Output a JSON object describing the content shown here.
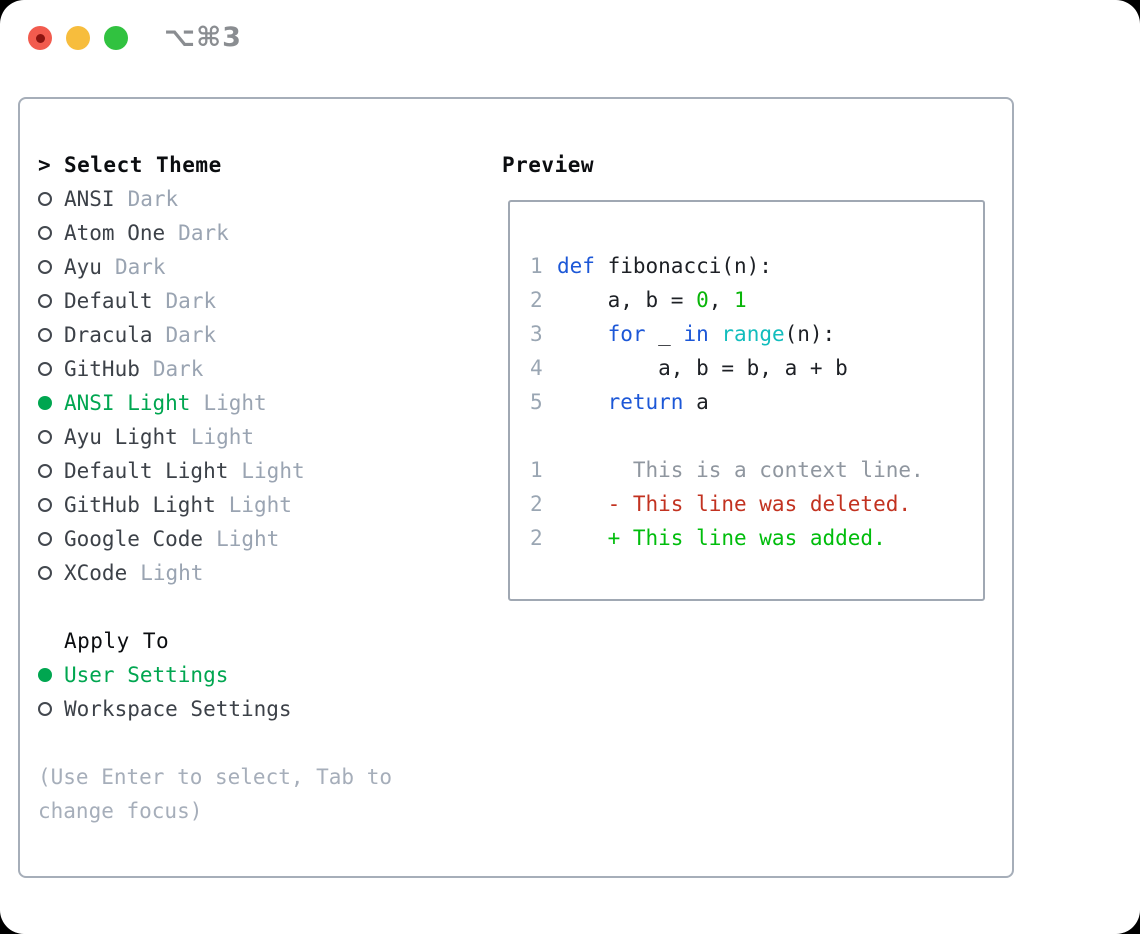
{
  "window": {
    "titlebar_shortcut": "⌥⌘3"
  },
  "theme_panel": {
    "header": {
      "pointer": ">",
      "label": "Select Theme"
    },
    "themes": [
      {
        "name": "ANSI",
        "tag": "Dark",
        "selected": false
      },
      {
        "name": "Atom One",
        "tag": "Dark",
        "selected": false
      },
      {
        "name": "Ayu",
        "tag": "Dark",
        "selected": false
      },
      {
        "name": "Default",
        "tag": "Dark",
        "selected": false
      },
      {
        "name": "Dracula",
        "tag": "Dark",
        "selected": false
      },
      {
        "name": "GitHub",
        "tag": "Dark",
        "selected": false
      },
      {
        "name": "ANSI Light",
        "tag": "Light",
        "selected": true
      },
      {
        "name": "Ayu Light",
        "tag": "Light",
        "selected": false
      },
      {
        "name": "Default Light",
        "tag": "Light",
        "selected": false
      },
      {
        "name": "GitHub Light",
        "tag": "Light",
        "selected": false
      },
      {
        "name": "Google Code",
        "tag": "Light",
        "selected": false
      },
      {
        "name": "XCode",
        "tag": "Light",
        "selected": false
      }
    ],
    "apply_to": {
      "label": "Apply To",
      "options": [
        {
          "name": "User Settings",
          "selected": true
        },
        {
          "name": "Workspace Settings",
          "selected": false
        }
      ]
    },
    "help_lines": [
      "(Use Enter to select, Tab to",
      "change focus)"
    ]
  },
  "preview": {
    "title": "Preview",
    "code_lines": [
      {
        "num": "1",
        "tokens": [
          {
            "t": "def",
            "c": "keyword"
          },
          {
            "t": " fibonacci(n):",
            "c": "plain"
          }
        ]
      },
      {
        "num": "2",
        "tokens": [
          {
            "t": "    a, b = ",
            "c": "plain"
          },
          {
            "t": "0",
            "c": "number"
          },
          {
            "t": ", ",
            "c": "plain"
          },
          {
            "t": "1",
            "c": "number"
          }
        ]
      },
      {
        "num": "3",
        "tokens": [
          {
            "t": "    ",
            "c": "plain"
          },
          {
            "t": "for",
            "c": "keyword"
          },
          {
            "t": " _ ",
            "c": "plain"
          },
          {
            "t": "in",
            "c": "keyword"
          },
          {
            "t": " ",
            "c": "plain"
          },
          {
            "t": "range",
            "c": "builtin"
          },
          {
            "t": "(n):",
            "c": "plain"
          }
        ]
      },
      {
        "num": "4",
        "tokens": [
          {
            "t": "        a, b = b, a + b",
            "c": "plain"
          }
        ]
      },
      {
        "num": "5",
        "tokens": [
          {
            "t": "    ",
            "c": "plain"
          },
          {
            "t": "return",
            "c": "keyword"
          },
          {
            "t": " a",
            "c": "plain"
          }
        ]
      }
    ],
    "diff_lines": [
      {
        "num": "1",
        "marker": "",
        "text": "This is a context line.",
        "kind": "context"
      },
      {
        "num": "2",
        "marker": "-",
        "text": "This line was deleted.",
        "kind": "deleted"
      },
      {
        "num": "2",
        "marker": "+",
        "text": "This line was added.",
        "kind": "added"
      }
    ]
  },
  "colors": {
    "accent": "#00a650",
    "header_text": "#0b0d10",
    "item_text": "#3c4148",
    "tag_text": "#9aa4b2",
    "help_text": "#a6aeba",
    "marker": "#43484f",
    "panel_border": "#a6aeb9",
    "preview_border": "#a0a8b3",
    "lineno": "#9aa6b3",
    "code_text": "#1d2025",
    "keyword": "#1c57d7",
    "number": "#09b509",
    "builtin": "#12bdbd",
    "context": "#8f969f",
    "deleted": "#c23220",
    "added": "#00bd0c",
    "titlebar_text": "#8a8d91",
    "traffic_red": "#f25b4e",
    "traffic_red_dot": "#8c1410",
    "traffic_yellow": "#f7bd3d",
    "traffic_green": "#31c240"
  }
}
